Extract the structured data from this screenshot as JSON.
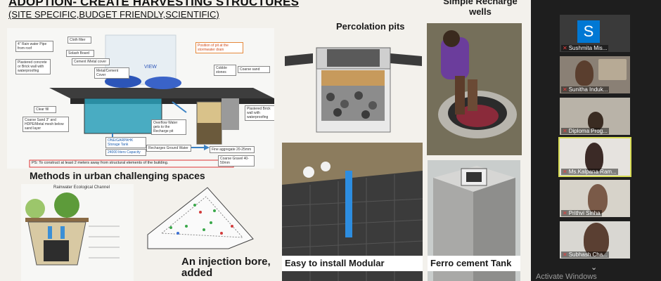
{
  "slide": {
    "title": "ADOPTION- CREATE HARVESTING STRUCTURES",
    "subtitle": "(SITE SPECIFIC,BUDGET FRIENDLY,SCIENTIFIC)",
    "headings": {
      "percolation": "Percolation pits",
      "recharge_line1": "Simple Recharge",
      "recharge_line2": "wells",
      "urban": "Methods in urban challenging spaces",
      "injection_line1": "An injection bore,",
      "injection_line2": "added",
      "modular": "Easy to install Modular",
      "ferro": "Ferro cement Tank"
    },
    "diagram": {
      "view_label": "VIEW",
      "ps_note": "PS: To construct at least 2 meters away from structural elements of the building.",
      "labels": [
        "4\" Rain water Pipe from roof",
        "Cloth filter",
        "Solash Board",
        "Cement /Metal cover",
        "Metal/Cement Cover",
        "Plastered concrete or Brick wall with waterproofing",
        "Clear fill",
        "Coarse Sand 3\" and HDPE/Metal mesh below sand layer",
        "ONE/GARPAHK Storage Tank",
        "24000 liters Capacity",
        "Overflow Water gets to the Recharge pit",
        "Recharges Ground Water",
        "Plastered Brick wall with waterproofing",
        "Fine aggregate 20-25mm",
        "Coarse Gravel 40-50mm",
        "Cobble stones",
        "Coarse sand",
        "Position of pit at the stormwater drain"
      ]
    },
    "urban_diagram_title": "Rainwater Ecological Channel"
  },
  "participants": [
    {
      "name": "Sushmita Mis...",
      "initial": "S",
      "type": "avatar"
    },
    {
      "name": "Sunitha Induk...",
      "type": "video"
    },
    {
      "name": "Diploma Prog...",
      "type": "video"
    },
    {
      "name": "Ms.Kalpana Ram...",
      "type": "video",
      "active": true
    },
    {
      "name": "Prithvi Sinha",
      "type": "video"
    },
    {
      "name": "Subhash Cha...",
      "type": "video"
    }
  ],
  "watermark": "Activate Windows",
  "icons": {
    "muted_mic": "muted-mic-icon",
    "scroll_down": "chevron-down-icon"
  },
  "colors": {
    "avatar_bg": "#0078d4",
    "active_border": "#d8dc55",
    "mic_muted": "#e63d3d"
  }
}
